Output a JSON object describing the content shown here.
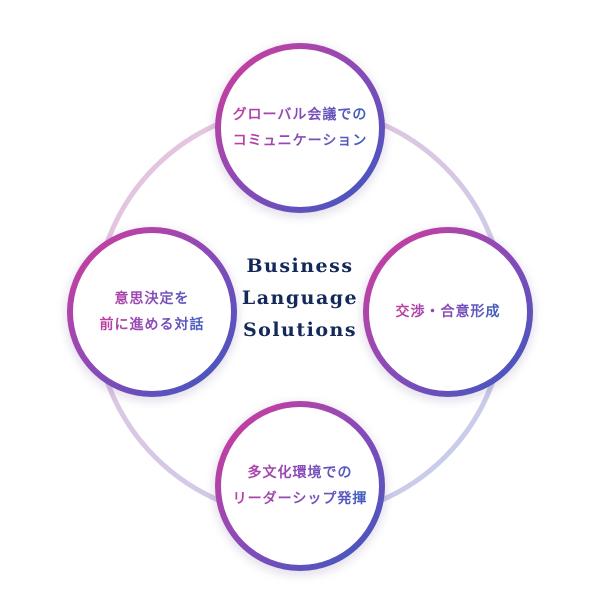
{
  "center_title": [
    "Business",
    "Language",
    "Solutions"
  ],
  "nodes": {
    "top": "グローバル会議での\nコミュニケーション",
    "left": "意思決定を\n前に進める対話",
    "right": "交渉・合意形成",
    "bottom": "多文化環境での\nリーダーシップ発揮"
  },
  "colors": {
    "gradient_start": "#c93d9c",
    "gradient_mid": "#8a4bb8",
    "gradient_end": "#3857c0",
    "ring": "#d7c3e0",
    "title": "#14285a"
  }
}
